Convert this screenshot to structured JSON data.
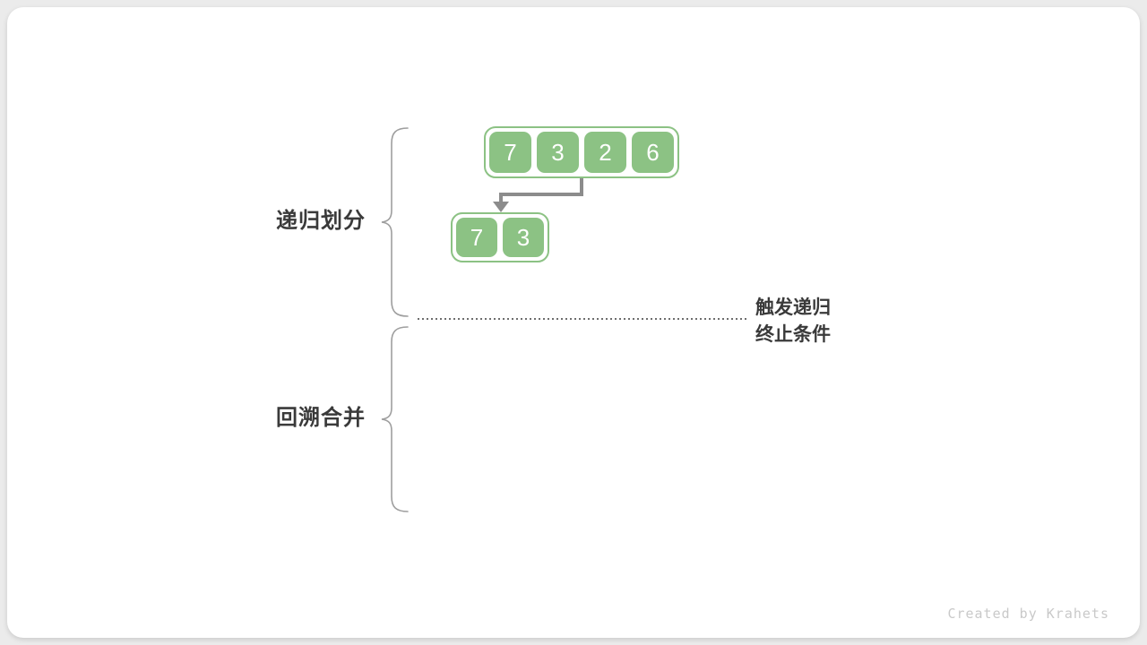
{
  "diagram": {
    "phases": [
      {
        "label": "递归划分"
      },
      {
        "label": "回溯合并"
      }
    ],
    "annotation": {
      "line1": "触发递归",
      "line2": "终止条件"
    },
    "arrays": [
      {
        "level": 1,
        "values": [
          "7",
          "3",
          "2",
          "6"
        ]
      },
      {
        "level": 2,
        "values": [
          "7",
          "3"
        ]
      }
    ],
    "watermark": "Created by Krahets",
    "colors": {
      "cell_green": "#8cc284",
      "arrow_gray": "#8c8c8c",
      "brace_gray": "#9e9e9e",
      "text_dark": "#3a3a3a",
      "dotted_gray": "#6e6e6e",
      "watermark_gray": "#c9c9c9",
      "page_bg": "#ebebeb",
      "card_bg": "#ffffff"
    }
  }
}
